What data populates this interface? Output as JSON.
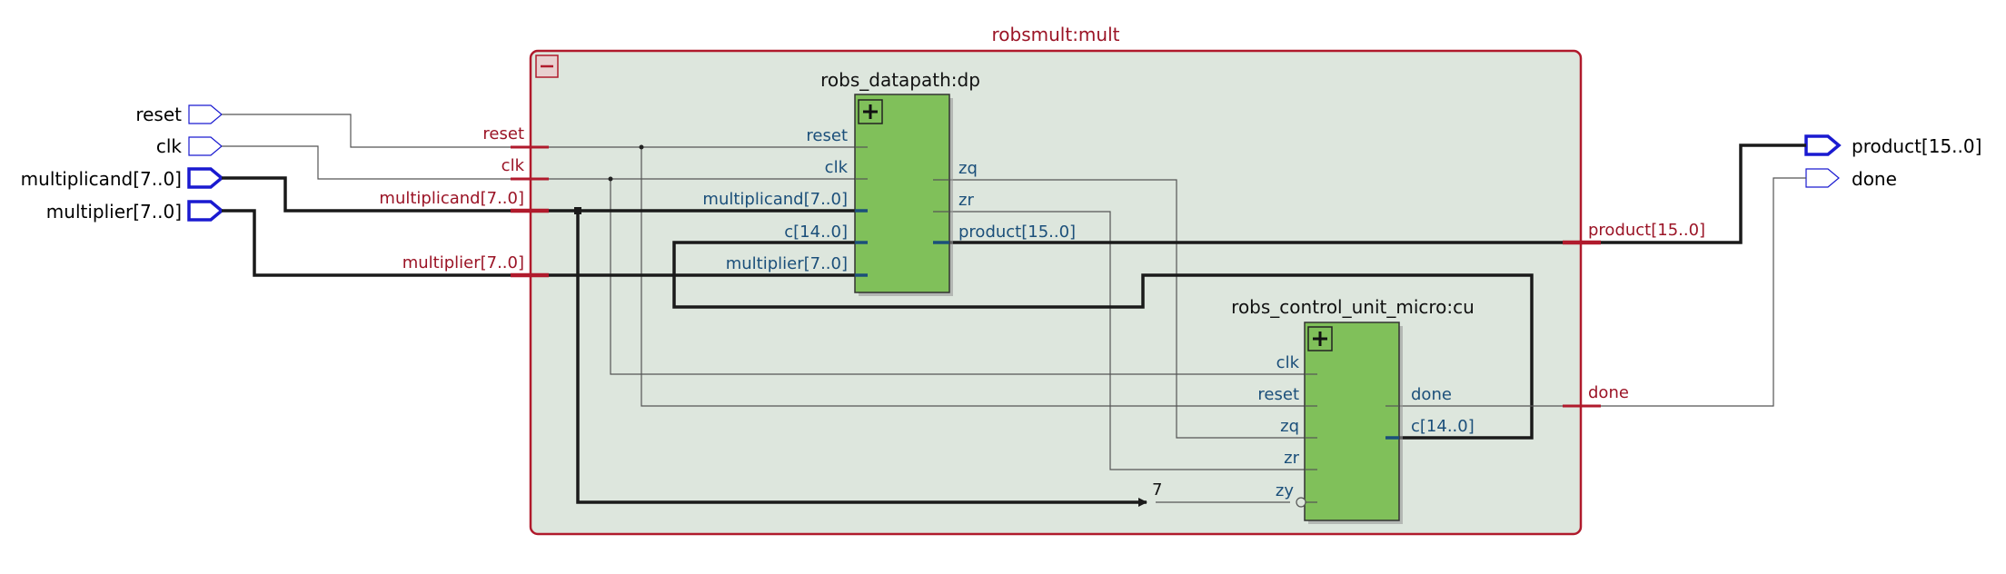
{
  "colors": {
    "background": "#ffffff",
    "container_border": "#b01a2c",
    "container_fill": "#dde6dd",
    "container_label": "#9b1426",
    "block_fill": "#80c05a",
    "block_border": "#333333",
    "port_blue": "#1b4f7a",
    "io_pin": "#1a1ad0",
    "wire": "#1a1a1a",
    "thin_wire": "#555555"
  },
  "container": {
    "title": "robsmult:mult",
    "collapse_icon": "minus-icon"
  },
  "inputs": [
    {
      "name": "reset",
      "bus": false
    },
    {
      "name": "clk",
      "bus": false
    },
    {
      "name": "multiplicand[7..0]",
      "bus": true
    },
    {
      "name": "multiplier[7..0]",
      "bus": true
    }
  ],
  "outputs": [
    {
      "name": "product[15..0]",
      "bus": true
    },
    {
      "name": "done",
      "bus": false
    }
  ],
  "boundary_in": {
    "reset": "reset",
    "clk": "clk",
    "multiplicand": "multiplicand[7..0]",
    "multiplier": "multiplier[7..0]"
  },
  "boundary_out": {
    "product": "product[15..0]",
    "done": "done"
  },
  "datapath": {
    "title": "robs_datapath:dp",
    "expand_icon": "plus-icon",
    "in_ports": [
      "reset",
      "clk",
      "multiplicand[7..0]",
      "c[14..0]",
      "multiplier[7..0]"
    ],
    "out_ports": [
      "zq",
      "zr",
      "product[15..0]"
    ]
  },
  "control_unit": {
    "title": "robs_control_unit_micro:cu",
    "expand_icon": "plus-icon",
    "in_ports": [
      "clk",
      "reset",
      "zq",
      "zr",
      "zy"
    ],
    "out_ports": [
      "done",
      "c[14..0]"
    ]
  },
  "bit_select_label": "7"
}
